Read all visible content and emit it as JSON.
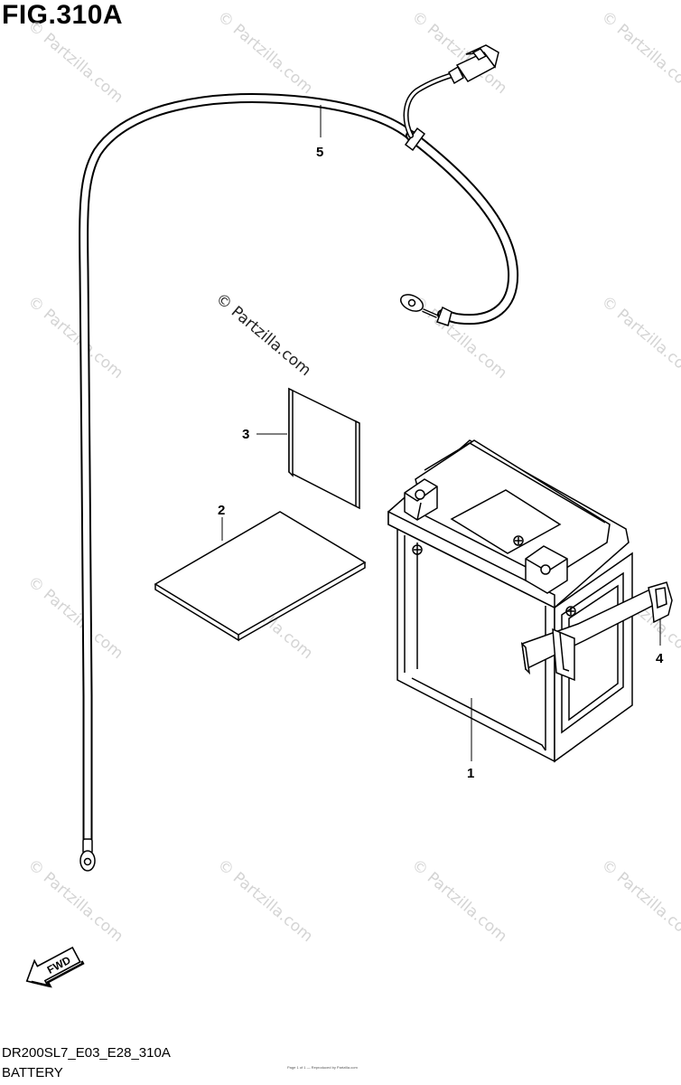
{
  "figure": {
    "title": "FIG.310A",
    "model_code": "DR200SL7_E03_E28_310A",
    "section_name": "BATTERY",
    "footer_note": "Page 1 of 1 — Reproduced by Partzilla.com"
  },
  "callouts": [
    {
      "number": "1",
      "part": "battery"
    },
    {
      "number": "2",
      "part": "manual-sheet"
    },
    {
      "number": "3",
      "part": "label-sheet"
    },
    {
      "number": "4",
      "part": "battery-band"
    },
    {
      "number": "5",
      "part": "battery-cable"
    }
  ],
  "watermark": {
    "text": "© Partzilla.com"
  },
  "fwd_arrow": {
    "label": "FWD"
  }
}
